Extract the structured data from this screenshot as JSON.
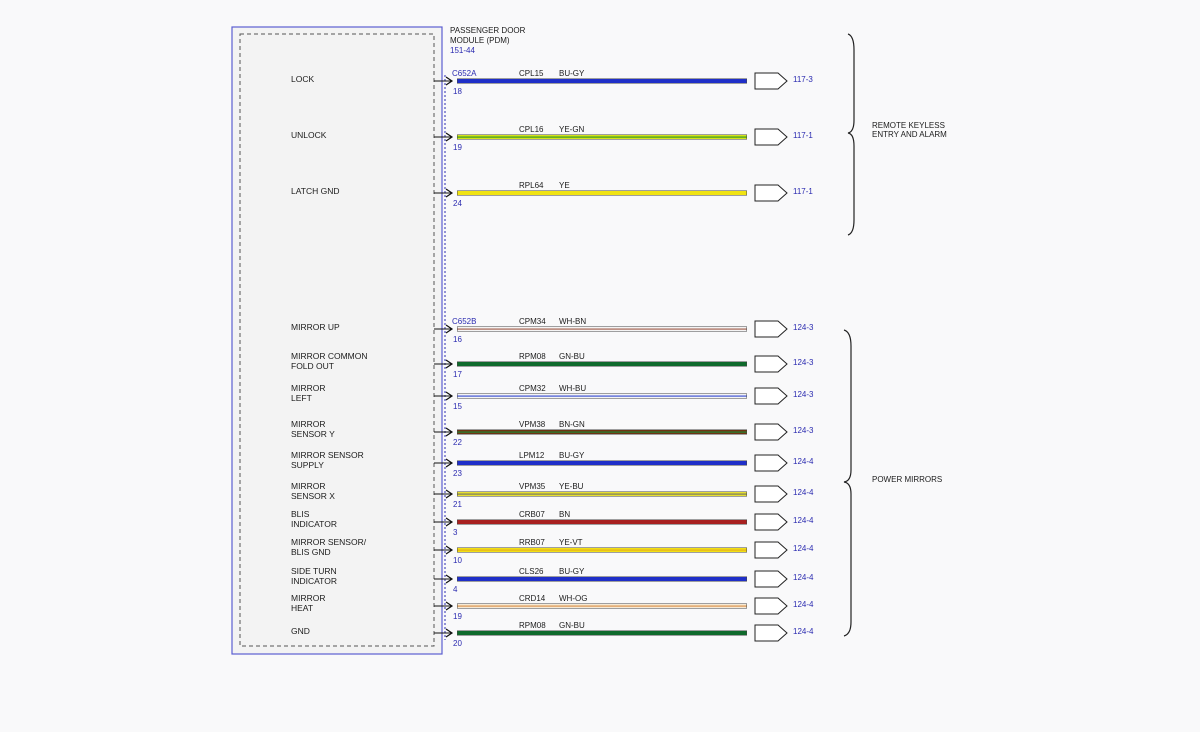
{
  "module": {
    "name_line1": "PASSENGER DOOR",
    "name_line2": "MODULE (PDM)",
    "ref": "151-44"
  },
  "connectors": [
    {
      "name": "C652A"
    },
    {
      "name": "C652B"
    }
  ],
  "groups": [
    {
      "label_line1": "REMOTE KEYLESS",
      "label_line2": "ENTRY AND ALARM"
    },
    {
      "label_line1": "POWER MIRRORS",
      "label_line2": ""
    }
  ],
  "wires": [
    {
      "label1": "LOCK",
      "label2": "",
      "pin": "18",
      "circuit": "CPL15",
      "color_code": "BU-GY",
      "dest": "117-3",
      "colors": [
        "#1f2fc8",
        "#1f2fc8"
      ]
    },
    {
      "label1": "UNLOCK",
      "label2": "",
      "pin": "19",
      "circuit": "CPL16",
      "color_code": "YE-GN",
      "dest": "117-1",
      "colors": [
        "#d6e21c",
        "#4ea61c"
      ]
    },
    {
      "label1": "LATCH GND",
      "label2": "",
      "pin": "24",
      "circuit": "RPL64",
      "color_code": "YE",
      "dest": "117-1",
      "colors": [
        "#f0e312",
        "#f0e312"
      ]
    },
    {
      "label1": "MIRROR UP",
      "label2": "",
      "pin": "16",
      "circuit": "CPM34",
      "color_code": "WH-BN",
      "dest": "124-3",
      "colors": [
        "#f4f4f4",
        "#b07a6a"
      ]
    },
    {
      "label1": "MIRROR COMMON",
      "label2": "FOLD OUT",
      "pin": "17",
      "circuit": "RPM08",
      "color_code": "GN-BU",
      "dest": "124-3",
      "colors": [
        "#0f6a2c",
        "#0f6a2c"
      ]
    },
    {
      "label1": "MIRROR",
      "label2": "LEFT",
      "pin": "15",
      "circuit": "CPM32",
      "color_code": "WH-BU",
      "dest": "124-3",
      "colors": [
        "#f4f4f4",
        "#5a6ad8"
      ]
    },
    {
      "label1": "MIRROR",
      "label2": "SENSOR Y",
      "pin": "22",
      "circuit": "VPM38",
      "color_code": "BN-GN",
      "dest": "124-3",
      "colors": [
        "#6e3412",
        "#2e7a2e"
      ]
    },
    {
      "label1": "MIRROR SENSOR",
      "label2": "SUPPLY",
      "pin": "23",
      "circuit": "LPM12",
      "color_code": "BU-GY",
      "dest": "124-4",
      "colors": [
        "#1f2fc8",
        "#1f2fc8"
      ]
    },
    {
      "label1": "MIRROR",
      "label2": "SENSOR X",
      "pin": "21",
      "circuit": "VPM35",
      "color_code": "YE-BU",
      "dest": "124-4",
      "colors": [
        "#e8e030",
        "#8a8a5a"
      ]
    },
    {
      "label1": "BLIS",
      "label2": "INDICATOR",
      "pin": "3",
      "circuit": "CRB07",
      "color_code": "BN",
      "dest": "124-4",
      "colors": [
        "#a82020",
        "#a82020"
      ]
    },
    {
      "label1": "MIRROR SENSOR/",
      "label2": "BLIS GND",
      "pin": "10",
      "circuit": "RRB07",
      "color_code": "YE-VT",
      "dest": "124-4",
      "colors": [
        "#f2e014",
        "#e8b81c"
      ]
    },
    {
      "label1": "SIDE TURN",
      "label2": "INDICATOR",
      "pin": "4",
      "circuit": "CLS26",
      "color_code": "BU-GY",
      "dest": "124-4",
      "colors": [
        "#1f2fc8",
        "#1f2fc8"
      ]
    },
    {
      "label1": "MIRROR",
      "label2": "HEAT",
      "pin": "19",
      "circuit": "CRD14",
      "color_code": "WH-OG",
      "dest": "124-4",
      "colors": [
        "#f6ead6",
        "#e0a060"
      ]
    },
    {
      "label1": "GND",
      "label2": "",
      "pin": "20",
      "circuit": "RPM08",
      "color_code": "GN-BU",
      "dest": "124-4",
      "colors": [
        "#0f6a2c",
        "#0f6a2c"
      ]
    }
  ]
}
